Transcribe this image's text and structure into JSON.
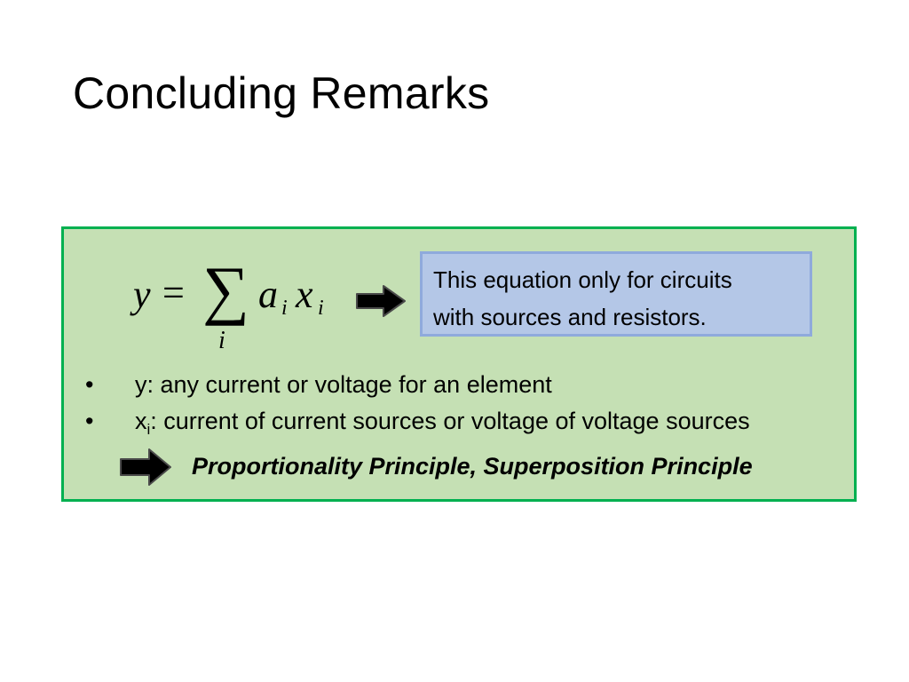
{
  "slide": {
    "title": "Concluding Remarks"
  },
  "equation": {
    "lhs": "y",
    "equals": "=",
    "sum_symbol": "∑",
    "sum_index": "i",
    "coefficient": "a",
    "coefficient_sub": "i",
    "variable": "x",
    "variable_sub": "i"
  },
  "note": {
    "line1": "This equation only for circuits",
    "line2": "with sources and resistors."
  },
  "bullets": {
    "marker": "•",
    "item1": "y: any current or voltage for an element",
    "item2_prefix": "x",
    "item2_sub": "i",
    "item2_rest": ": current of current sources or voltage of voltage sources"
  },
  "conclusion": {
    "text": "Proportionality Principle, Superposition Principle"
  },
  "colors": {
    "summary_fill": "#c5e0b4",
    "summary_border": "#00b050",
    "note_fill": "#b4c7e7",
    "note_border": "#8faadc",
    "arrow": "#000000"
  }
}
